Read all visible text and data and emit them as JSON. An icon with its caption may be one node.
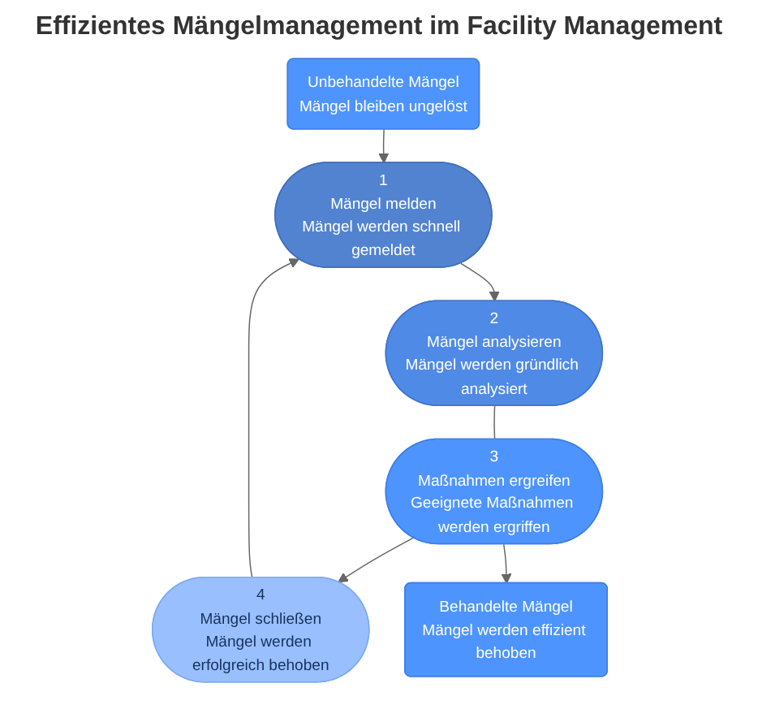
{
  "diagram": {
    "title": "Effizientes Mängelmanagement im Facility Management",
    "nodes": [
      {
        "text": [
          "Unbehandelte Mängel",
          "Mängel bleiben ungelöst"
        ]
      },
      {
        "text": [
          "1",
          "Mängel melden",
          "Mängel werden schnell gemeldet"
        ]
      },
      {
        "text": [
          "2",
          "Mängel analysieren",
          "Mängel werden gründlich analysiert"
        ]
      },
      {
        "text": [
          "3",
          "Maßnahmen ergreifen",
          "Geeignete Maßnahmen werden ergriffen"
        ]
      },
      {
        "text": [
          "4",
          "Mängel schließen",
          "Mängel werden erfolgreich behoben"
        ]
      },
      {
        "text": [
          "Behandelte Mängel",
          "Mängel werden effizient behoben"
        ]
      }
    ],
    "edges": [
      {
        "from": 0,
        "to": 1,
        "arrow": "to"
      },
      {
        "from": 1,
        "to": 2,
        "arrow": "to"
      },
      {
        "from": 2,
        "to": 3,
        "arrow": "none"
      },
      {
        "from": 3,
        "to": 4,
        "arrow": "to"
      },
      {
        "from": 4,
        "to": 1,
        "arrow": "to"
      },
      {
        "from": 3,
        "to": 5,
        "arrow": "to"
      }
    ]
  }
}
